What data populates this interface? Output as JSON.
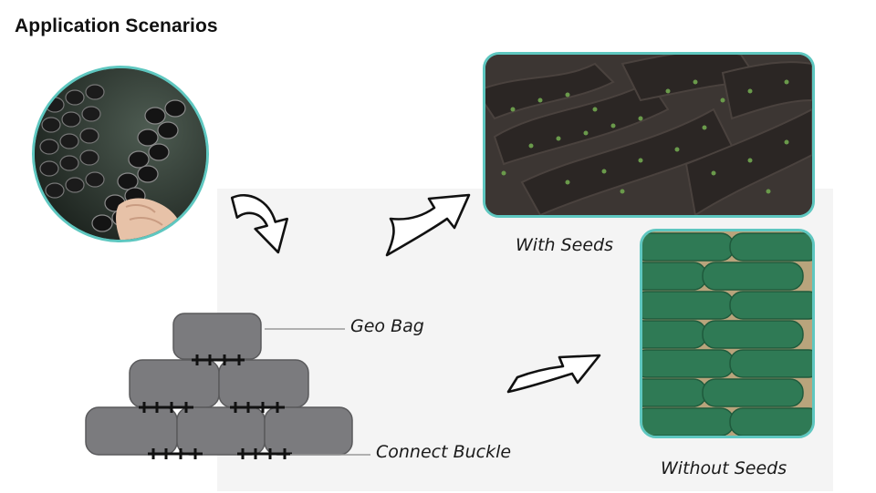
{
  "title": "Application Scenarios",
  "labels": {
    "geo_bag": "Geo Bag",
    "connect_buckle": "Connect Buckle",
    "with_seeds": "With Seeds",
    "without_seeds": "Without Seeds"
  },
  "colors": {
    "circle_border": "#5ec7c0",
    "bag_fill": "#7b7b7e",
    "buckle": "#111111",
    "arrow_stroke": "#111111"
  },
  "icons": [
    "curved-down-arrow-icon",
    "diagonal-up-arrow-icon",
    "diagonal-right-arrow-icon"
  ]
}
